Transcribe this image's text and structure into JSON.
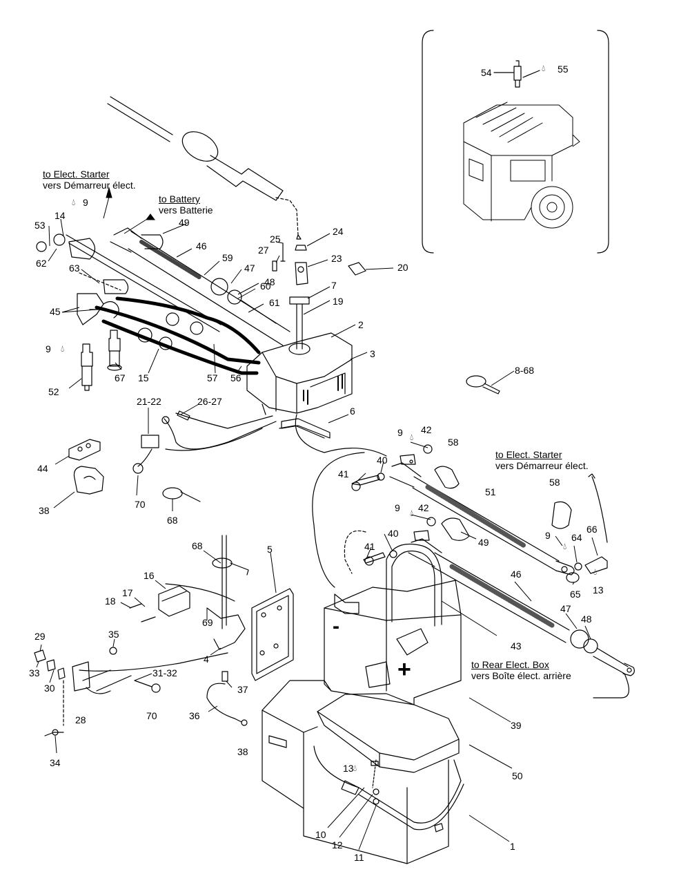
{
  "notes": {
    "starter_top": {
      "line1": "to Elect. Starter",
      "line2": "vers Démarreur élect."
    },
    "battery": {
      "line1": "to Battery",
      "line2": "vers Batterie"
    },
    "starter_right": {
      "line1": "to Elect. Starter",
      "line2": "vers Démarreur élect."
    },
    "rear_box": {
      "line1": "to Rear Elect. Box",
      "line2": "vers Boîte élect. arrière"
    }
  },
  "battery_signs": {
    "negative": "-",
    "positive": "+"
  },
  "symbols": {
    "drop": "droplet-icon"
  },
  "callouts": {
    "c54": "54",
    "c55": "55",
    "c9a": "9",
    "c14": "14",
    "c53": "53",
    "c62": "62",
    "c49a": "49",
    "c46a": "46",
    "c63": "63",
    "c59": "59",
    "c47a": "47",
    "c48a": "48",
    "c60": "60",
    "c61": "61",
    "c27": "27",
    "c25": "25",
    "c24": "24",
    "c23": "23",
    "c20": "20",
    "c7": "7",
    "c19": "19",
    "c2": "2",
    "c3": "3",
    "c45": "45",
    "c9b": "9",
    "c52": "52",
    "c67": "67",
    "c15": "15",
    "c57": "57",
    "c56": "56",
    "c8_68": "8-68",
    "c21_22": "21-22",
    "c26_27": "26-27",
    "c6": "6",
    "c44": "44",
    "c38a": "38",
    "c70a": "70",
    "c68a": "68",
    "c9c": "9",
    "c42a": "42",
    "c58a": "58",
    "c40a": "40",
    "c41a": "41",
    "c51": "51",
    "c58b": "58",
    "c9d": "9",
    "c42b": "42",
    "c40b": "40",
    "c41b": "41",
    "c49b": "49",
    "c9e": "9",
    "c64": "64",
    "c66": "66",
    "c65": "65",
    "c13a": "13",
    "c46b": "46",
    "c47b": "47",
    "c48b": "48",
    "c43": "43",
    "c68b": "68",
    "c5": "5",
    "c16": "16",
    "c17": "17",
    "c18": "18",
    "c69": "69",
    "c4": "4",
    "c29": "29",
    "c35": "35",
    "c33": "33",
    "c30": "30",
    "c31_32": "31-32",
    "c37": "37",
    "c28": "28",
    "c70b": "70",
    "c36": "36",
    "c34": "34",
    "c38b": "38",
    "c39": "39",
    "c50": "50",
    "c13b": "13",
    "c10": "10",
    "c12": "12",
    "c11": "11",
    "c1": "1"
  }
}
